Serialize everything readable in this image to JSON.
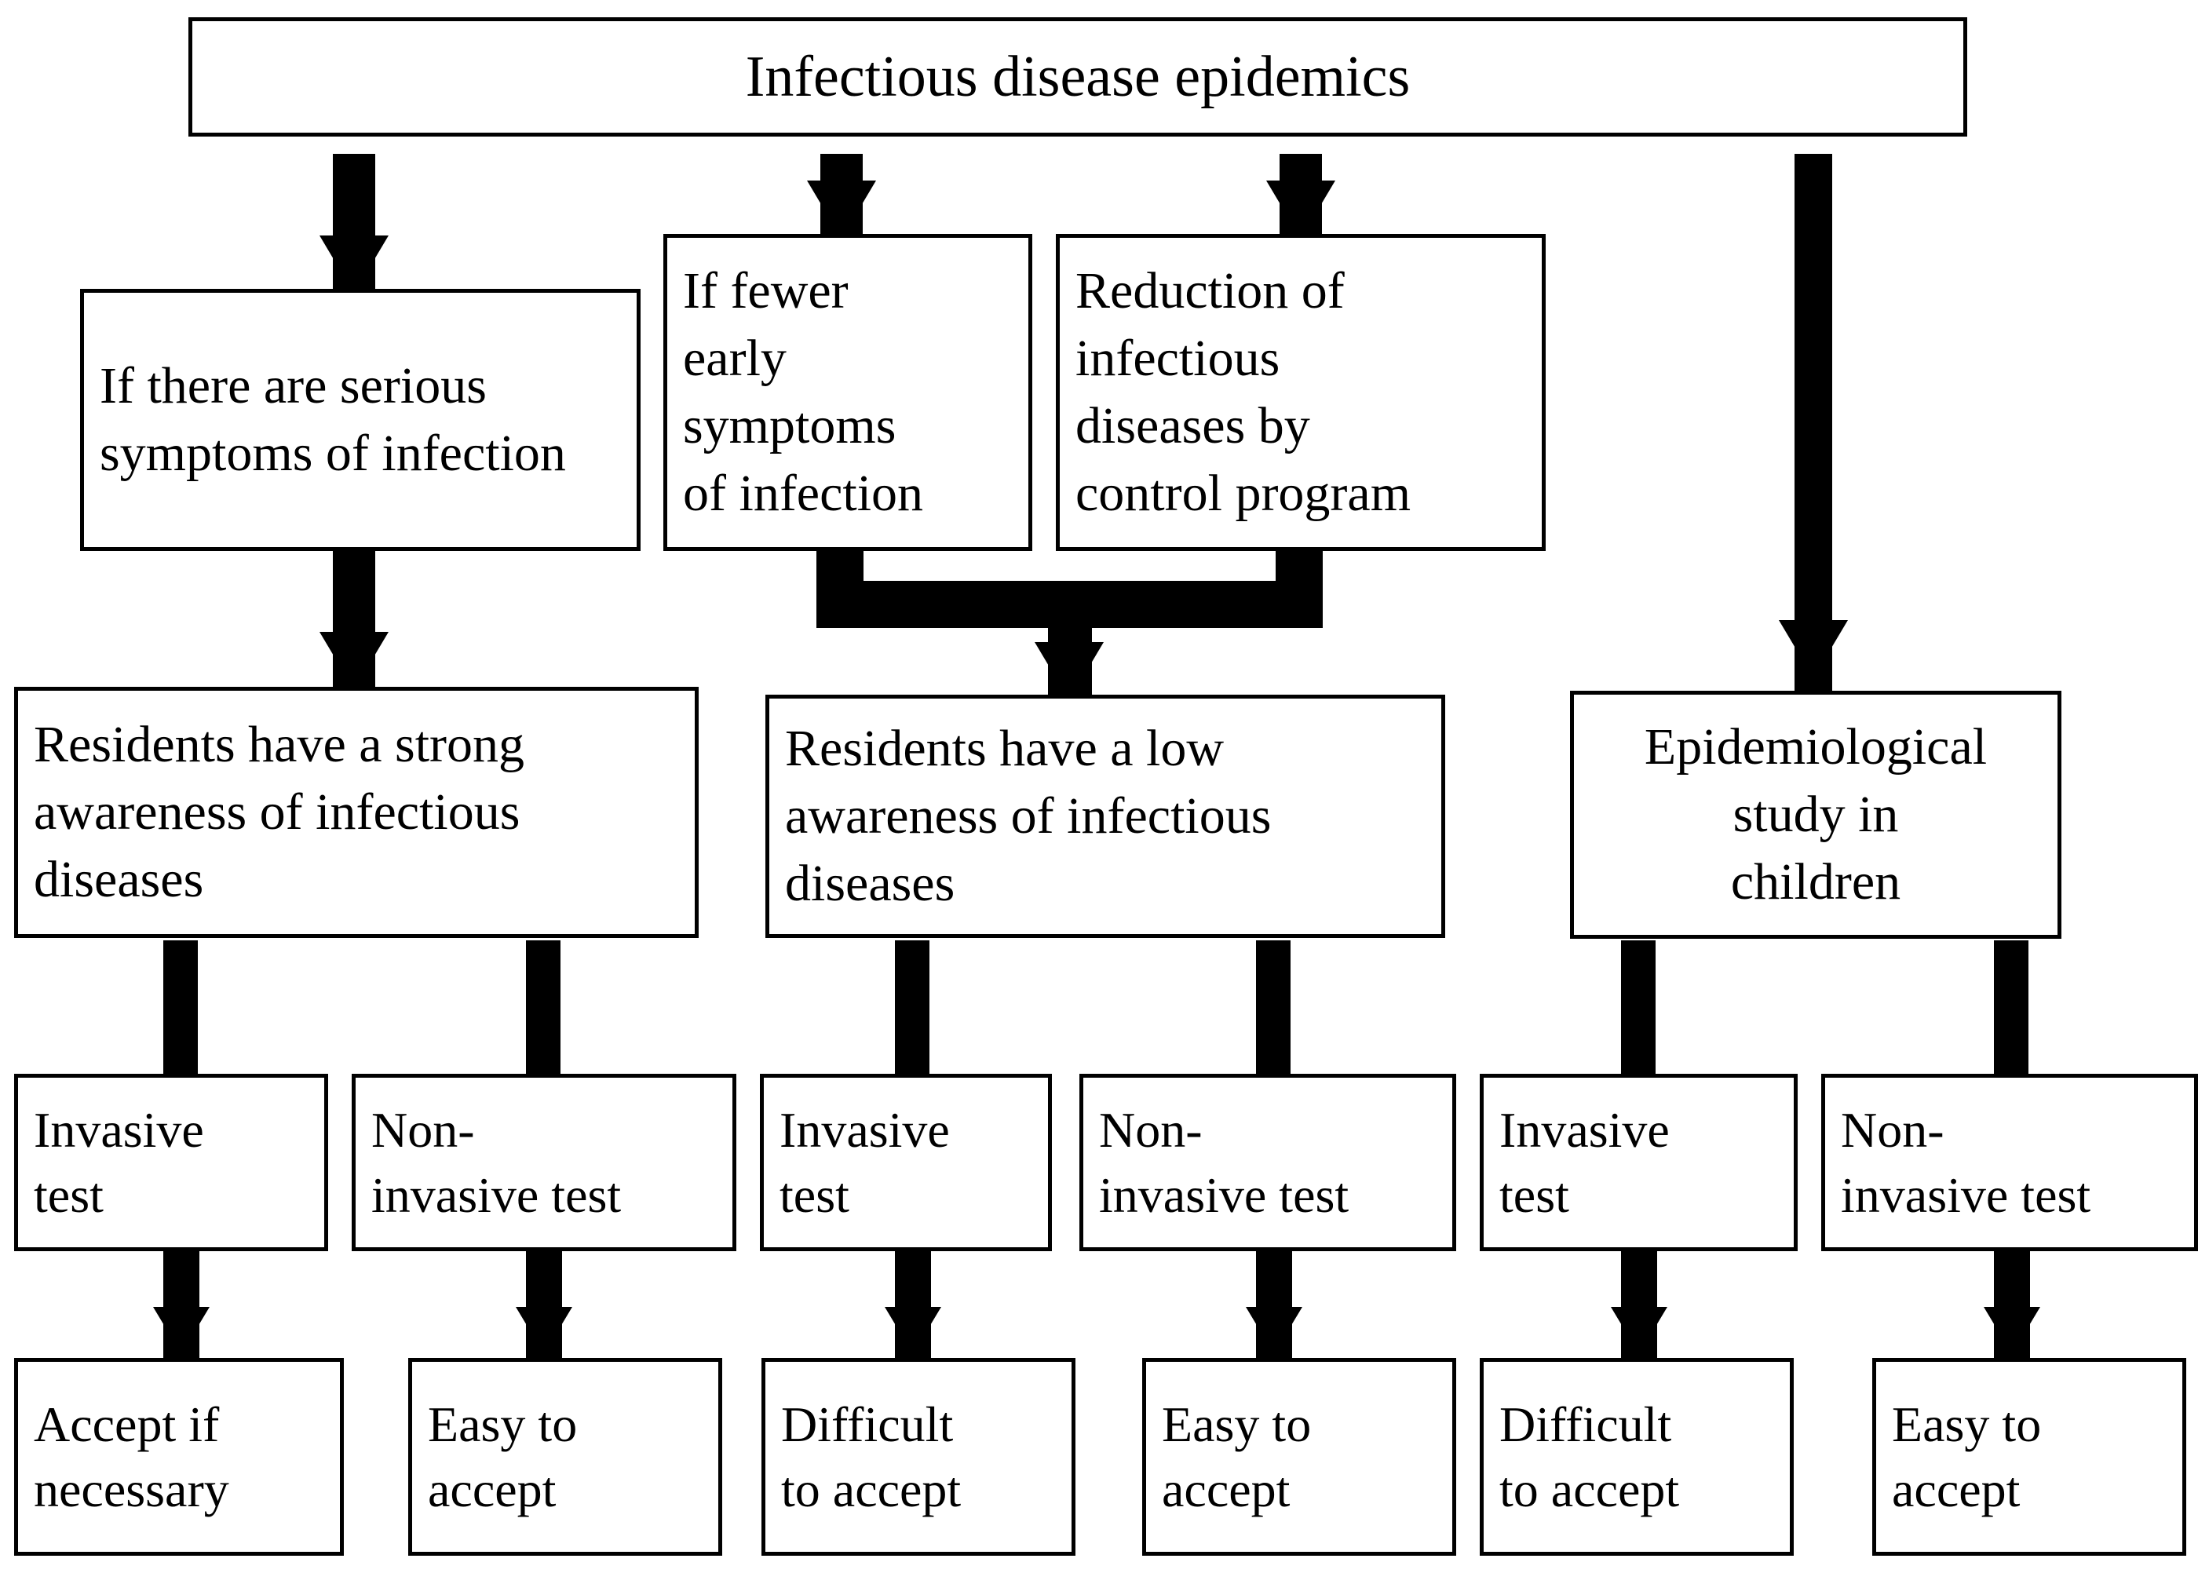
{
  "diagram": {
    "title_node": "Infectious disease epidemics",
    "level2": [
      "If there are serious symptoms of infection",
      "If fewer\nearly\nsymptoms\nof infection",
      "Reduction of\ninfectious\ndiseases by\ncontrol program"
    ],
    "level3": [
      "Residents have a strong awareness of infectious diseases",
      "Residents have a low awareness of infectious diseases",
      "Epidemiological\nstudy in\nchildren"
    ],
    "tests": [
      "Invasive\ntest",
      "Non-\ninvasive test",
      "Invasive\ntest",
      "Non-\ninvasive test",
      "Invasive\ntest",
      "Non-\ninvasive test"
    ],
    "outcomes": [
      "Accept if\nnecessary",
      "Easy to\naccept",
      "Difficult\nto accept",
      "Easy to\naccept",
      "Difficult\nto accept",
      "Easy to\naccept"
    ],
    "colors": {
      "stroke": "#000000",
      "fill": "#ffffff",
      "text": "#000000"
    }
  }
}
